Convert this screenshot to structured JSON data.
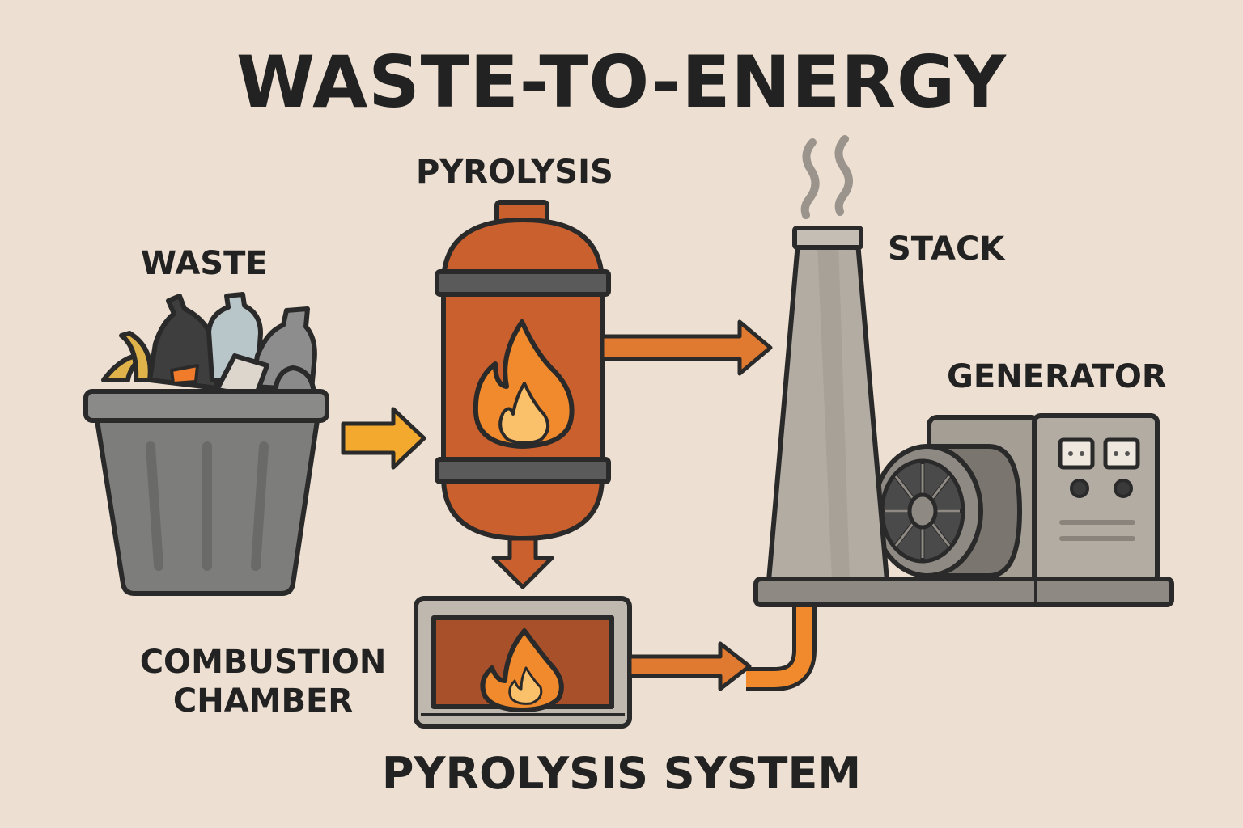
{
  "title": "WASTE-TO-ENERGY",
  "subtitle": "PYROLYSIS SYSTEM",
  "labels": {
    "waste": "WASTE",
    "pyrolysis": "PYROLYSIS",
    "stack": "STACK",
    "generator": "GENERATOR",
    "combustion_chamber": "COMBUSTION CHAMBER"
  },
  "icons": [
    "waste-bin-icon",
    "pyrolysis-reactor-icon",
    "flame-icon",
    "smokestack-icon",
    "smoke-icon",
    "generator-icon",
    "turbine-icon",
    "arrow-icon"
  ],
  "colors": {
    "background": "#ede0d2",
    "outline": "#2a2a2a",
    "reactor": "#c9602e",
    "chamber": "#a8502a",
    "flame_outer": "#f08a2c",
    "flame_inner": "#fbc06a",
    "flow_arrow": "#e07a30",
    "input_arrow": "#f2a92e",
    "metal": "#b3aca3",
    "smoke": "#9a948c"
  }
}
